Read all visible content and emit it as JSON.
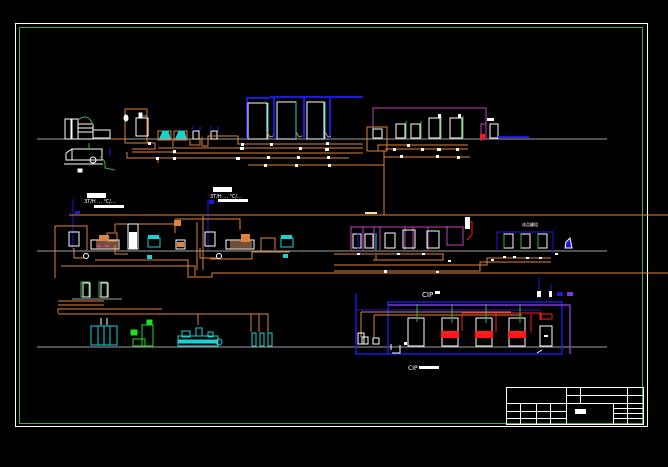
{
  "viewer": {
    "background": "#000000",
    "colors": {
      "frame_outer": "#ffffff",
      "frame_inner": "#3cb043",
      "process_pipe": "#e0823a",
      "water_pipe": "#1a1adf",
      "cip_pipe": "#c040c0",
      "equipment": "#ffffff",
      "pump": "#19d3d3",
      "filler": "#22dd22",
      "heater": "#ff1a1a",
      "ground_line": "#a0a0a0",
      "purple_pipe": "#7a3ad8"
    }
  },
  "drawing": {
    "section_labels": {
      "line1_title": "配料系统",
      "line1_spec": "3T/H  ...  ℃/...",
      "line1_spec2": "...",
      "line2_title": "调配系统",
      "line2_spec": "3T/H  ...  ℃/...",
      "line2_spec2": "...",
      "cip_title": "CIP",
      "cip_title_suffix": "系统",
      "cip_sub": "CIP",
      "cip_sub_suffix": "清洗系统",
      "storage_label": "成品罐组",
      "small_label": "原料"
    },
    "title_block": {
      "drawing_name": "工艺流程图"
    }
  }
}
